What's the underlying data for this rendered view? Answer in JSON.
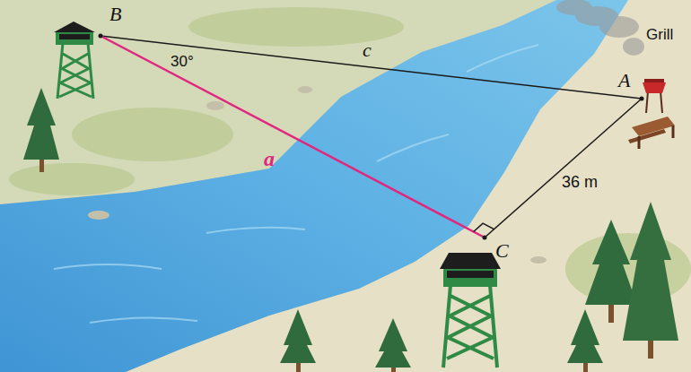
{
  "diagram": {
    "labels": [
      "B",
      "30°",
      "c",
      "Grill",
      "A",
      "a",
      "36 m",
      "C"
    ]
  }
}
